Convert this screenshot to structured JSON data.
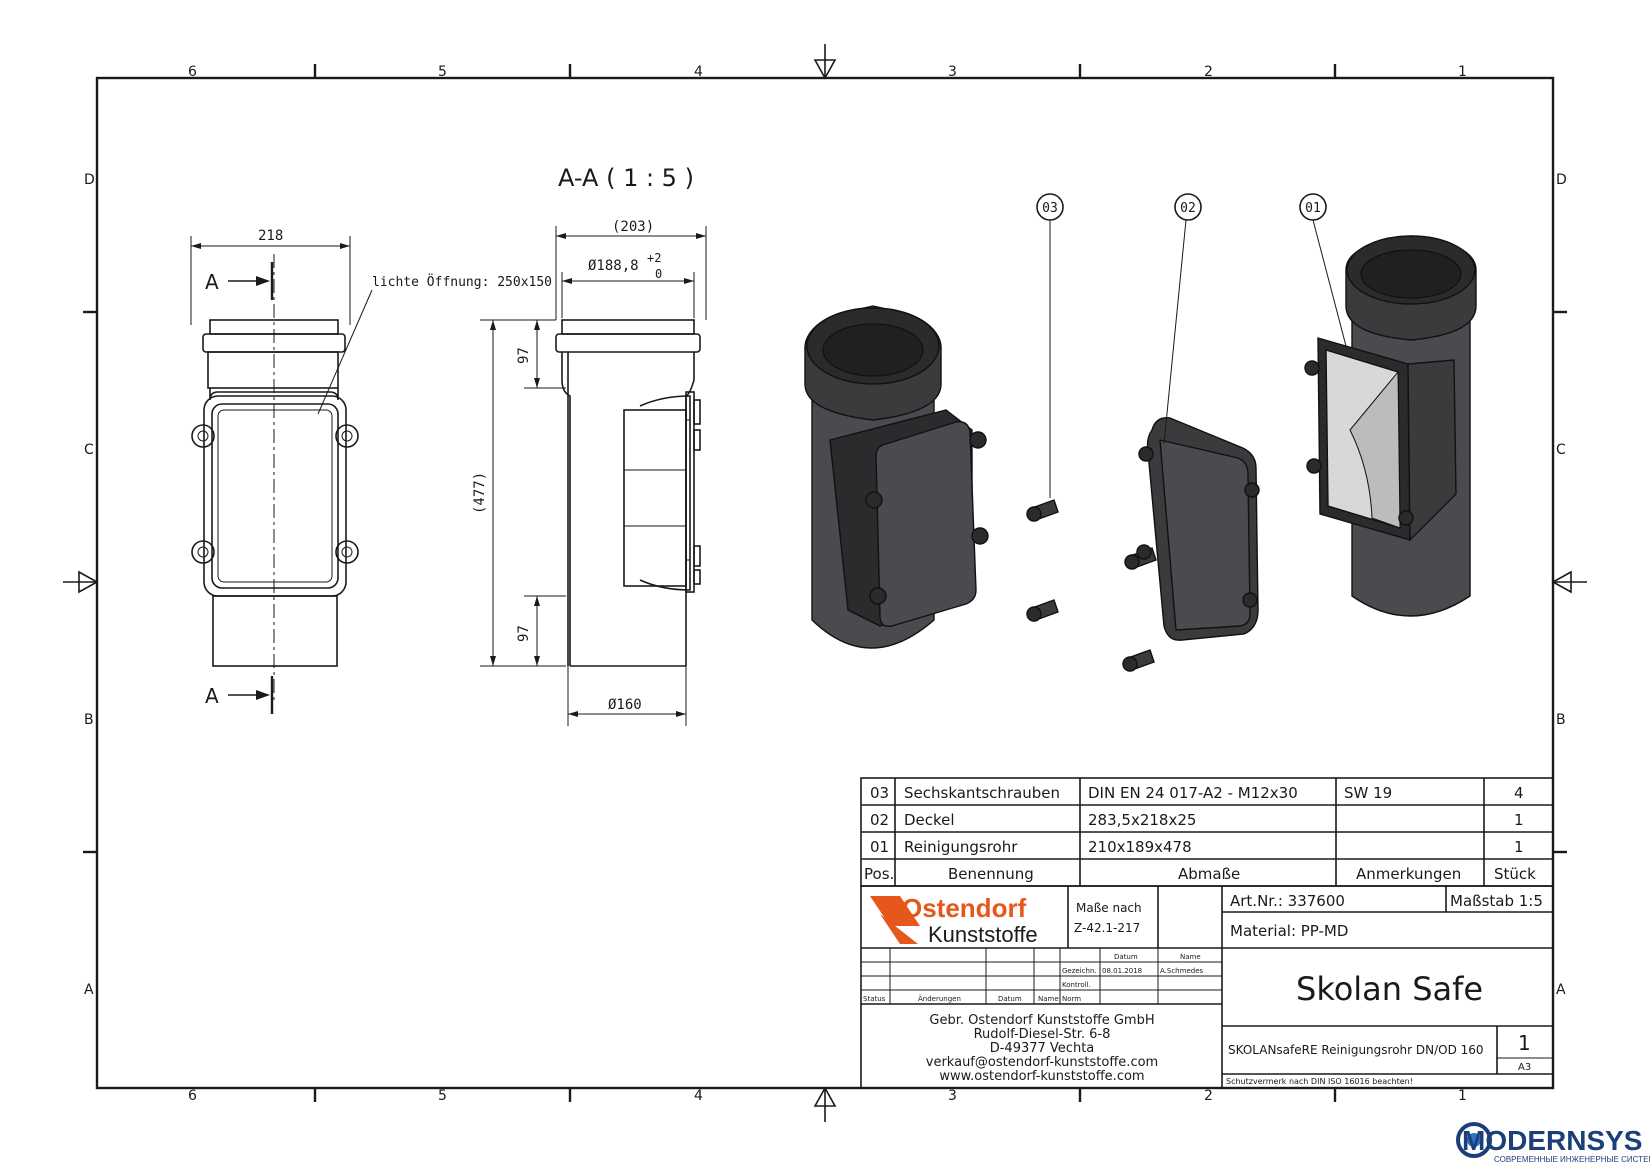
{
  "frame": {
    "columns": [
      "6",
      "5",
      "4",
      "3",
      "2",
      "1"
    ],
    "rows": [
      "D",
      "C",
      "B",
      "A"
    ]
  },
  "section_title": "A-A ( 1 : 5 )",
  "front_view": {
    "width_dim": "218",
    "section_mark": "A",
    "opening_note": "lichte Öffnung: 250x150"
  },
  "side_view": {
    "dim_top": "(203)",
    "dim_diameter": "Ø188,8",
    "tol_upper": "+2",
    "tol_lower": "0",
    "dim_height_top": "97",
    "dim_total": "(477)",
    "dim_height_bottom": "97",
    "dim_bottom_dia": "Ø160"
  },
  "balloons": [
    "03",
    "02",
    "01"
  ],
  "parts_list": {
    "rows": [
      {
        "pos": "03",
        "name": "Sechskantschrauben",
        "dims": "DIN EN 24 017-A2 - M12x30",
        "note": "SW 19",
        "qty": "4"
      },
      {
        "pos": "02",
        "name": "Deckel",
        "dims": "283,5x218x25",
        "note": "",
        "qty": "1"
      },
      {
        "pos": "01",
        "name": "Reinigungsrohr",
        "dims": "210x189x478",
        "note": "",
        "qty": "1"
      }
    ],
    "header": {
      "pos": "Pos.",
      "name": "Benennung",
      "dims": "Abmaße",
      "note": "Anmerkungen",
      "qty": "Stück"
    }
  },
  "title_block": {
    "logo_line1": "Ostendorf",
    "logo_line2": "Kunststoffe",
    "norm_label": "Maße nach",
    "norm_value": "Z-42.1-217",
    "art_no": "Art.Nr.: 337600",
    "scale": "Maßstab 1:5",
    "material": "Material: PP-MD",
    "title": "Skolan Safe",
    "description": "SKOLANsafeRE Reinigungsrohr DN/OD 160",
    "sheet": "1",
    "format": "A3",
    "protection_note": "Schutzvermerk nach DIN ISO 16016 beachten!",
    "small_headers": {
      "datum": "Datum",
      "name": "Name",
      "gezeichnet": "Gezeichn.",
      "kontroll": "Kontroll.",
      "norm": "Norm",
      "status": "Status",
      "aenderungen": "Änderungen",
      "datum2": "Datum",
      "name2": "Name"
    },
    "drawn_date": "08.01.2018",
    "drawn_name": "A.Schmedes",
    "company_lines": [
      "Gebr. Ostendorf Kunststoffe GmbH",
      "Rudolf-Diesel-Str. 6-8",
      "D-49377 Vechta",
      "verkauf@ostendorf-kunststoffe.com",
      "www.ostendorf-kunststoffe.com"
    ]
  },
  "watermark": {
    "brand": "MODERNSYS",
    "tagline": "СОВРЕМЕННЫЕ ИНЖЕНЕРНЫЕ СИСТЕМЫ"
  },
  "colors": {
    "line": "#1a1a1a",
    "logo_orange": "#e5571a",
    "pipe_dark": "#3a3b3d",
    "brand_blue": "#1c3f7a"
  }
}
